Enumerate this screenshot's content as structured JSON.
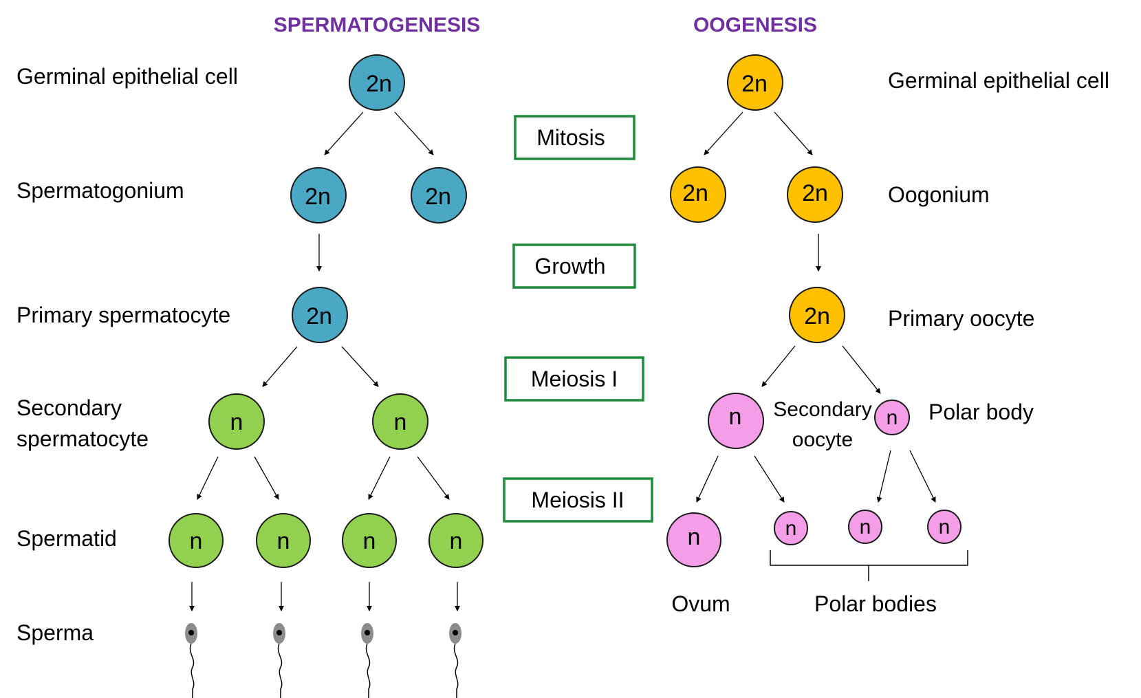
{
  "headings": {
    "spermatogenesis": "SPERMATOGENESIS",
    "oogenesis": "OOGENESIS"
  },
  "phases": {
    "mitosis": "Mitosis",
    "growth": "Growth",
    "meiosis_1": "Meiosis I",
    "meiosis_2": "Meiosis II"
  },
  "spermatogenesis_labels": {
    "germinal": "Germinal epithelial cell",
    "spermatogonium": "Spermatogonium",
    "primary": "Primary spermatocyte",
    "secondary_line1": "Secondary",
    "secondary_line2": "spermatocyte",
    "spermatid": "Spermatid",
    "sperma": "Sperma"
  },
  "oogenesis_labels": {
    "germinal": "Germinal epithelial cell",
    "oogonium": "Oogonium",
    "primary": "Primary oocyte",
    "secondary_line1": "Secondary",
    "secondary_line2": "oocyte",
    "polar_body": "Polar body",
    "ovum": "Ovum",
    "polar_bodies": "Polar bodies"
  },
  "ploidy": {
    "diploid": "2n",
    "haploid": "n"
  },
  "colors": {
    "heading": "#7030a0",
    "phase_border": "#1f8a3c",
    "sperm_diploid": "#4aa8c4",
    "sperm_haploid": "#92d050",
    "oo_diploid": "#ffc000",
    "oo_haploid": "#f49ee8",
    "sperm_head": "#8c8c8c"
  }
}
